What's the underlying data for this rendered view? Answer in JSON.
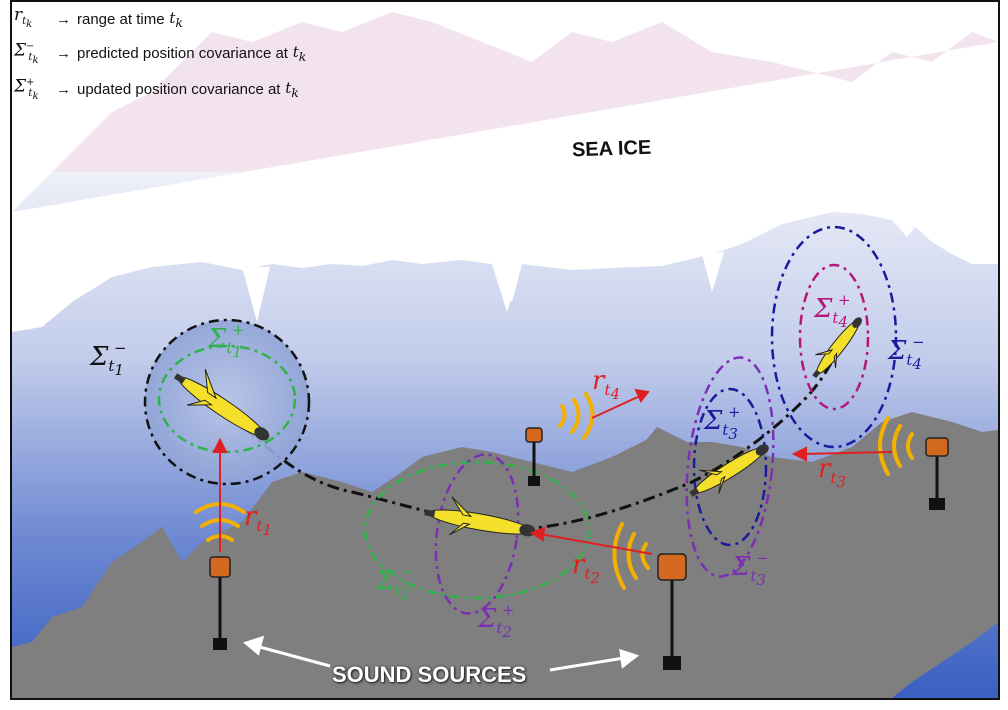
{
  "legend": [
    {
      "symbol_main": "r",
      "symbol_sub": "t",
      "symbol_subsub": "k",
      "symbol_sup": "",
      "text": "range at time ",
      "text_tail": "t",
      "text_tail_sub": "k"
    },
    {
      "symbol_main": "Σ",
      "symbol_sub": "t",
      "symbol_subsub": "k",
      "symbol_sup": "−",
      "text": "predicted position covariance at ",
      "text_tail": "t",
      "text_tail_sub": "k"
    },
    {
      "symbol_main": "Σ",
      "symbol_sub": "t",
      "symbol_subsub": "k",
      "symbol_sup": "+",
      "text": "updated position covariance at ",
      "text_tail": "t",
      "text_tail_sub": "k"
    }
  ],
  "arrow_glyph": "→",
  "labels": {
    "sea_ice": "SEA ICE",
    "sound_sources": "SOUND SOURCES"
  },
  "covariance_labels": [
    {
      "id": "sigma-t1-minus",
      "main": "Σ",
      "sub": "t",
      "subsub": "1",
      "sup": "−",
      "color": "#111111"
    },
    {
      "id": "sigma-t1-plus",
      "main": "Σ",
      "sub": "t",
      "subsub": "1",
      "sup": "+",
      "color": "#2fb34a"
    },
    {
      "id": "sigma-t2-minus",
      "main": "Σ",
      "sub": "t",
      "subsub": "2",
      "sup": "−",
      "color": "#2fb34a"
    },
    {
      "id": "sigma-t2-plus",
      "main": "Σ",
      "sub": "t",
      "subsub": "2",
      "sup": "+",
      "color": "#7b2fb3"
    },
    {
      "id": "sigma-t3-plus",
      "main": "Σ",
      "sub": "t",
      "subsub": "3",
      "sup": "+",
      "color": "#1a1a9c"
    },
    {
      "id": "sigma-t3-minus",
      "main": "Σ",
      "sub": "t",
      "subsub": "3",
      "sup": "−",
      "color": "#7b2fb3"
    },
    {
      "id": "sigma-t4-plus",
      "main": "Σ",
      "sub": "t",
      "subsub": "4",
      "sup": "+",
      "color": "#b3177a"
    },
    {
      "id": "sigma-t4-minus",
      "main": "Σ",
      "sub": "t",
      "subsub": "4",
      "sup": "−",
      "color": "#1a1a9c"
    }
  ],
  "range_labels": [
    {
      "id": "r-t1",
      "main": "r",
      "sub": "t",
      "subsub": "1"
    },
    {
      "id": "r-t2",
      "main": "r",
      "sub": "t",
      "subsub": "2"
    },
    {
      "id": "r-t3",
      "main": "r",
      "sub": "t",
      "subsub": "3"
    },
    {
      "id": "r-t4",
      "main": "r",
      "sub": "t",
      "subsub": "4"
    }
  ],
  "colors": {
    "ice": "#ffffff",
    "sky": "#f3e3ee",
    "water_top": "#e6eaf6",
    "water_deep": "#3f63c4",
    "seafloor": "#7f7f7f",
    "glider": "#f4e02a",
    "range_arrow": "#e02020",
    "source": "#d2691e",
    "waves": "#f4b000",
    "trajectory": "#111111"
  }
}
